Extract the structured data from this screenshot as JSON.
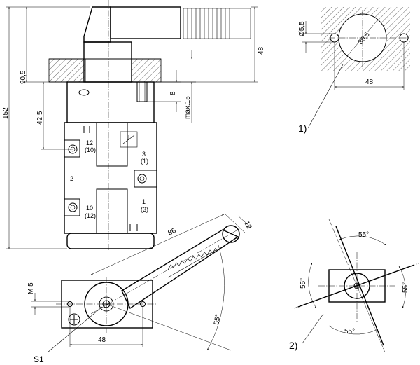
{
  "dimensions": {
    "total_height": "152",
    "lever_to_mount": "90,5",
    "mount_to_port": "42,5",
    "lever_height": "48",
    "screw_depth": "8",
    "max_depth": "max.15",
    "lever_arm_length": "86",
    "lever_width": "12",
    "mount_thread": "M 5",
    "base_width": "48",
    "swing_angle": "55°",
    "hole_diameter": "Ø5,5",
    "circle_diameter": "30,5",
    "hole_spacing": "48",
    "angle_top": "55°",
    "angle_left": "55°",
    "angle_right": "55°",
    "angle_bottom": "55°"
  },
  "ports": {
    "p12_a": "12",
    "p12_b": "(10)",
    "p3_a": "3",
    "p3_b": "(1)",
    "p2": "2",
    "p1_a": "1",
    "p1_b": "(3)",
    "p10_a": "10",
    "p10_b": "(12)"
  },
  "labels": {
    "detail1": "1)",
    "detail2": "2)",
    "switch": "S1"
  }
}
